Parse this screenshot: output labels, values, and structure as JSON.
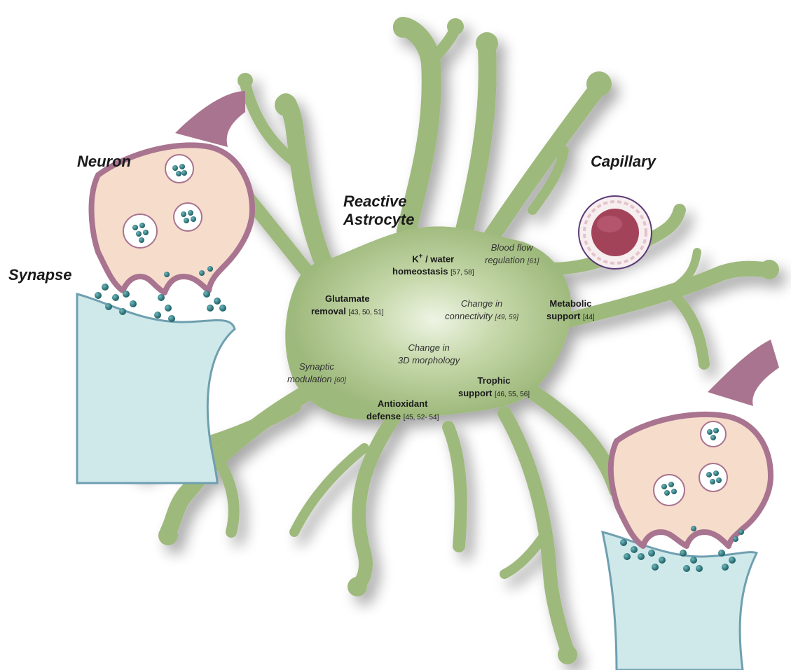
{
  "labels": {
    "neuron": "Neuron",
    "synapse": "Synapse",
    "capillary": "Capillary",
    "reactive_astrocyte_line1": "Reactive",
    "reactive_astrocyte_line2": "Astrocyte"
  },
  "functions": {
    "k_water": {
      "k": "K",
      "sup": "+",
      "rest": "/ water",
      "line2": "homeostasis",
      "ref": "[57, 58]"
    },
    "blood_flow": {
      "line1": "Blood flow",
      "line2": "regulation",
      "ref": "[61]"
    },
    "glutamate": {
      "line1": "Glutamate",
      "line2": "removal",
      "ref": "[43, 50, 51]"
    },
    "connectivity": {
      "line1": "Change in",
      "line2": "connectivity",
      "ref": "[49, 59]"
    },
    "metabolic": {
      "line1": "Metabolic",
      "line2": "support",
      "ref": "[44]"
    },
    "morphology": {
      "line1": "Change in",
      "line2": "3D morphology"
    },
    "synaptic": {
      "line1": "Synaptic",
      "line2": "modulation",
      "ref": "[60]"
    },
    "trophic": {
      "line1": "Trophic",
      "line2": "support",
      "ref": "[46, 55, 56]"
    },
    "antioxidant": {
      "line1": "Antioxidant",
      "line2": "defense",
      "ref": "[45, 52- 54]"
    }
  },
  "colors": {
    "astrocyte": "#9eb97c",
    "astrocyte_center": "#e9f0dc",
    "neuron_membrane": "#a9748f",
    "neuron_cytoplasm": "#f6dccb",
    "postsynaptic": "#cfe9ea",
    "vesicle": "#1f6d72",
    "blood": "#a3435a"
  }
}
